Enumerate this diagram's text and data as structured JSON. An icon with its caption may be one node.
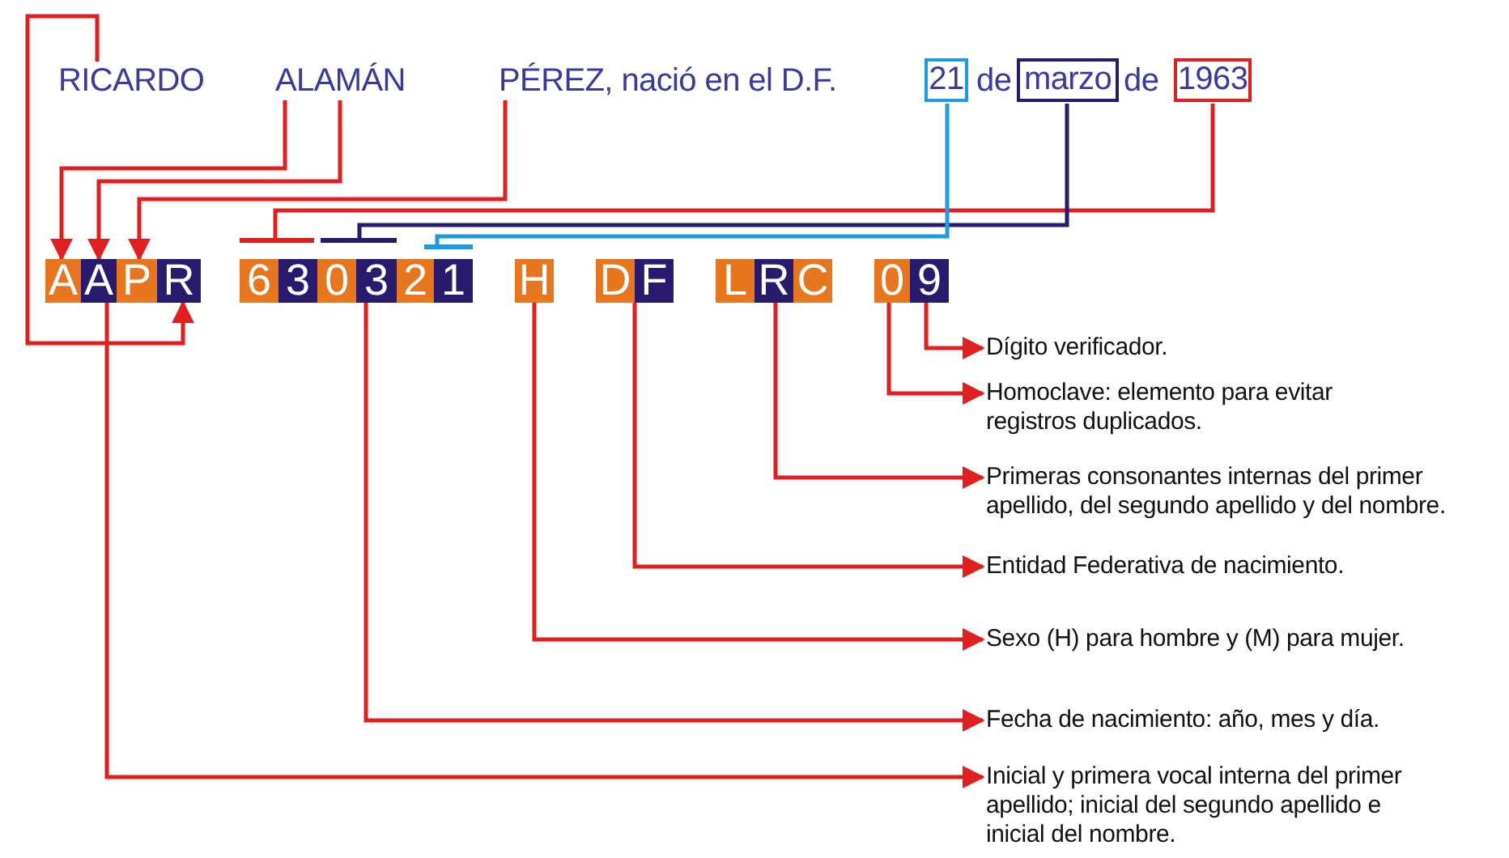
{
  "diagram": {
    "nodes": [
      {
        "text": [
          "RICARDO"
        ]
      },
      {
        "text": [
          "ALAMÁN"
        ]
      },
      {
        "text": [
          "PÉREZ, nació en el D.F."
        ]
      },
      {
        "text": [
          "21"
        ]
      },
      {
        "text": [
          "marzo"
        ]
      },
      {
        "text": [
          "1963"
        ]
      },
      {
        "text": [
          "A"
        ]
      },
      {
        "text": [
          "A"
        ]
      },
      {
        "text": [
          "P"
        ]
      },
      {
        "text": [
          "R"
        ]
      },
      {
        "text": [],
        "shape": "bar"
      },
      {
        "text": [],
        "shape": "bar"
      },
      {
        "text": [],
        "shape": "bar"
      },
      {
        "text": [
          "6"
        ]
      },
      {
        "text": [
          "3"
        ]
      },
      {
        "text": [
          "0"
        ]
      },
      {
        "text": [
          "3"
        ]
      },
      {
        "text": [
          "2"
        ]
      },
      {
        "text": [
          "1"
        ]
      },
      {
        "text": [
          "H"
        ]
      },
      {
        "text": [
          "D"
        ]
      },
      {
        "text": [
          "F"
        ]
      },
      {
        "text": [
          "L"
        ]
      },
      {
        "text": [
          "R"
        ]
      },
      {
        "text": [
          "C"
        ]
      },
      {
        "text": [
          "0"
        ]
      },
      {
        "text": [
          "9"
        ]
      },
      {
        "text": [
          "Dígito verificador."
        ]
      },
      {
        "text": [
          "Homoclave: elemento para evitar registros duplicados."
        ]
      },
      {
        "text": [
          "Primeras consonantes internas del primer apellido, del segundo apellido y del nombre."
        ]
      },
      {
        "text": [
          "Entidad Federativa de nacimiento."
        ]
      },
      {
        "text": [
          "Sexo (H) para hombre y (M) para mujer."
        ]
      },
      {
        "text": [
          "Fecha de nacimiento: año, mes y día."
        ]
      },
      {
        "text": [
          "Inicial y primera vocal interna del primer apellido; inicial del segundo apellido e inicial del nombre."
        ]
      }
    ],
    "edges": [
      {
        "from": 0,
        "to": 9,
        "arrow": "to"
      },
      {
        "from": 1,
        "to": 6,
        "arrow": "to"
      },
      {
        "from": 1,
        "to": 7,
        "arrow": "to"
      },
      {
        "from": 2,
        "to": 8,
        "arrow": "to"
      },
      {
        "from": 5,
        "to": 10,
        "arrow": "none"
      },
      {
        "from": 4,
        "to": 11,
        "arrow": "none",
        "color": "#2a1a6e"
      },
      {
        "from": 3,
        "to": 12,
        "arrow": "none",
        "color": "#1e9be0"
      },
      {
        "from": 26,
        "to": 27,
        "arrow": "to"
      },
      {
        "from": 25,
        "to": 28,
        "arrow": "to"
      },
      {
        "from": 23,
        "to": 29,
        "arrow": "to"
      },
      {
        "from": 20,
        "to": 30,
        "arrow": "to"
      },
      {
        "from": 19,
        "to": 31,
        "arrow": "to"
      },
      {
        "from": 16,
        "to": 32,
        "arrow": "to"
      },
      {
        "from": 7,
        "to": 33,
        "arrow": "to"
      }
    ],
    "labels": [
      "de",
      "de"
    ]
  }
}
